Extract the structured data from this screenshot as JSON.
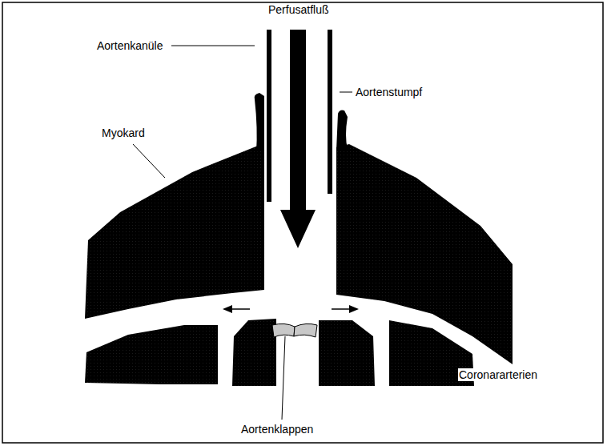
{
  "diagram": {
    "labels": [
      "Perfusatfluß",
      "Aortenkanüle",
      "Aortenstumpf",
      "Myokard",
      "Coronararterien",
      "Aortenklappen"
    ]
  }
}
